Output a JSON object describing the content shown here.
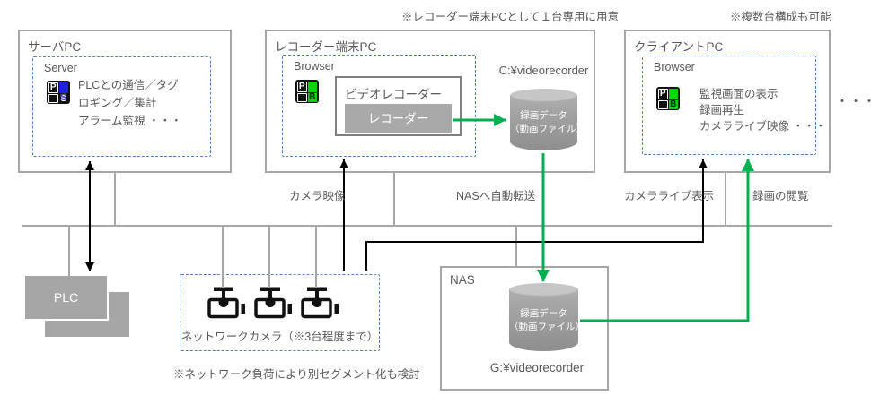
{
  "colors": {
    "box_border": "#a6a6a6",
    "dashed_border": "#4f81bd",
    "text": "#595959",
    "arrow_green": "#00b050",
    "arrow_black": "#000000",
    "fill_gray": "#a9a9a9",
    "icon_blue": "#2020e0",
    "icon_green": "#00d800"
  },
  "notes": {
    "recorder_note": "※レコーダー端末PCとして１台専用に用意",
    "client_note": "※複数台構成も可能",
    "network_note": "※ネットワーク負荷により別セグメント化も検討"
  },
  "app_icons": {
    "server": {
      "tl": "P",
      "br": "S"
    },
    "browser": {
      "tl": "P",
      "br": "B"
    }
  },
  "server_pc": {
    "title": "サーバPC",
    "app_label": "Server",
    "features": [
      "PLCとの通信／タグ",
      "ロギング／集計",
      "アラーム監視 ・・・"
    ]
  },
  "recorder_pc": {
    "title": "レコーダー端末PC",
    "app_label": "Browser",
    "video_recorder_title": "ビデオレコーダー",
    "recorder_button": "レコーダー",
    "storage_path": "C:¥videorecorder",
    "storage": {
      "line1": "録画データ",
      "line2": "（動画ファイル）"
    }
  },
  "client_pc": {
    "title": "クライアントPC",
    "app_label": "Browser",
    "features": [
      "監視画面の表示",
      "録画再生",
      "カメラライブ映像 ・・・"
    ],
    "more_indicator": "・・・"
  },
  "plc": {
    "label": "PLC"
  },
  "cameras": {
    "caption": "ネットワークカメラ（※3台程度まで）",
    "count": 3
  },
  "nas": {
    "title": "NAS",
    "storage": {
      "line1": "録画データ",
      "line2": "（動画ファイル）"
    },
    "storage_path": "G:¥videorecorder"
  },
  "flow_labels": {
    "camera_video": "カメラ映像",
    "nas_transfer": "NASへ自動転送",
    "camera_live": "カメラライブ表示",
    "view_recording": "録画の閲覧"
  }
}
